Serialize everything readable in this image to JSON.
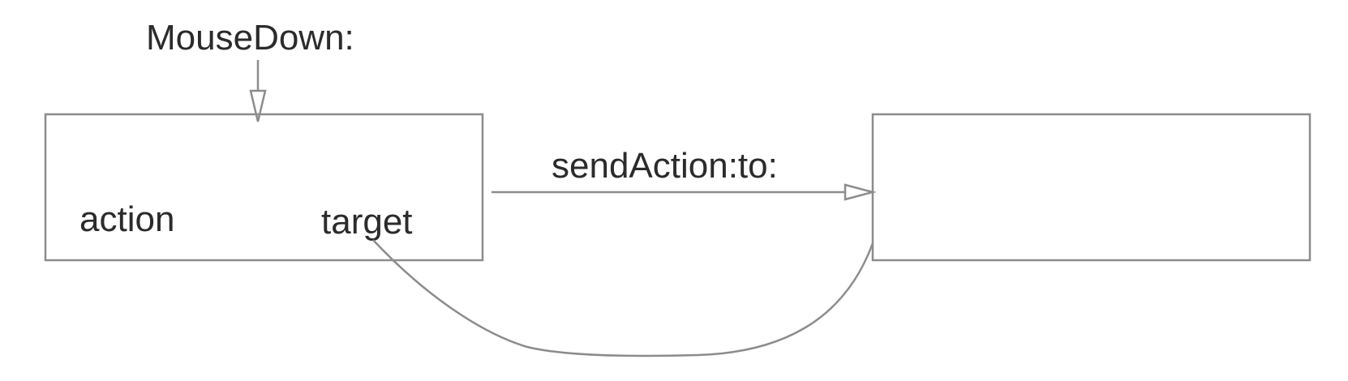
{
  "diagram": {
    "event_label": "MouseDown:",
    "source_object": {
      "action_label": "action",
      "target_label": "target"
    },
    "target_object": {
      "label": ""
    },
    "message_label": "sendAction:to:",
    "colors": {
      "stroke": "#8c8c8c",
      "text": "#2b2b2b",
      "background": "#ffffff"
    }
  }
}
